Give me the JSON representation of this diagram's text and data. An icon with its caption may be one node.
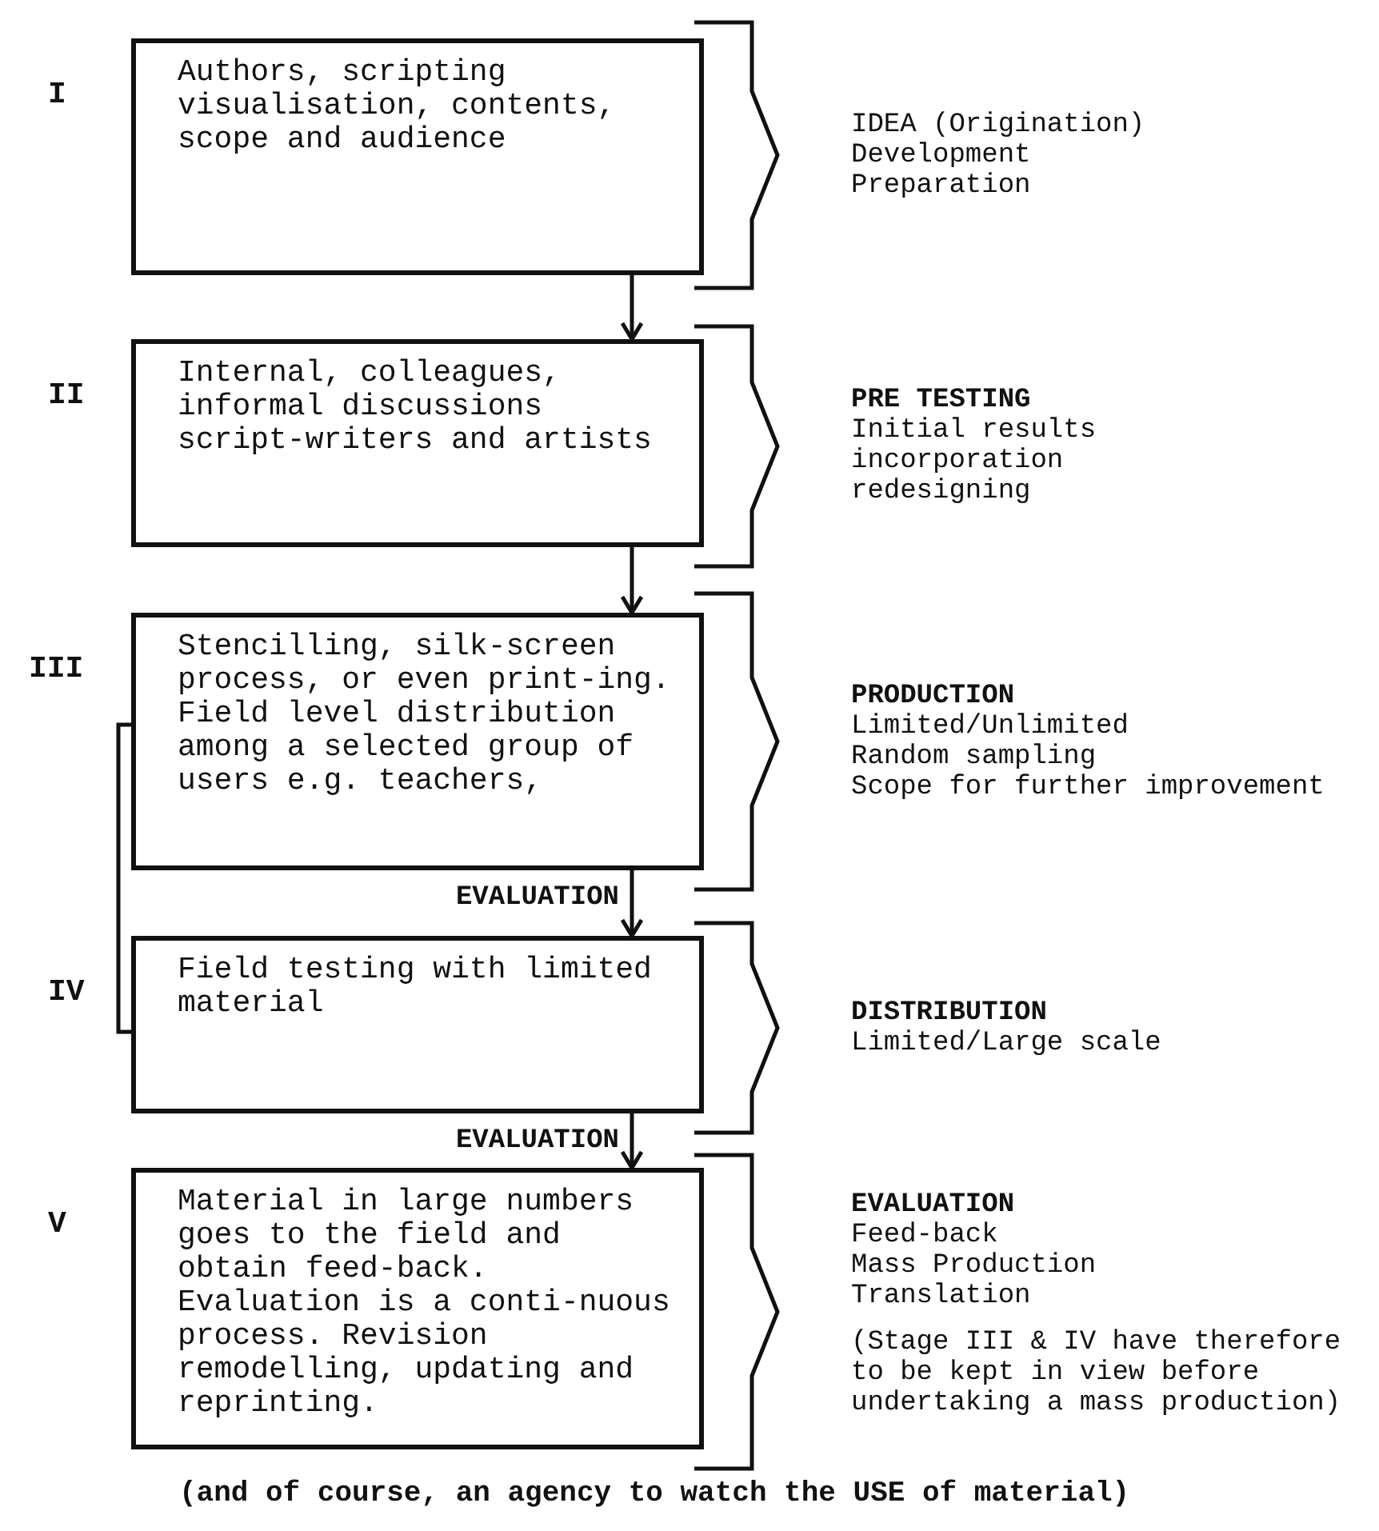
{
  "diagram": {
    "caption": "(and of course, an agency to watch the USE of material)",
    "nodes": [
      {
        "text": [
          "Authors, scripting visualisation, contents, scope and audience"
        ],
        "beside": [
          "I",
          "IDEA (Origination)",
          "Development",
          "Preparation"
        ]
      },
      {
        "text": [
          "Internal, colleagues, informal discussions script-writers and artists"
        ],
        "beside": [
          "II",
          "PRE TESTING",
          "Initial results",
          "incorporation",
          "redesigning"
        ]
      },
      {
        "text": [
          "Stencilling, silk-screen process, or even print-ing. Field level distribution among a selected group of users e.g. teachers,"
        ],
        "beside": [
          "III",
          "PRODUCTION",
          "Limited/Unlimited",
          "Random sampling",
          "Scope for further improvement"
        ]
      },
      {
        "text": [
          "Field testing with limited material"
        ],
        "beside": [
          "IV",
          "DISTRIBUTION",
          "Limited/Large scale"
        ]
      },
      {
        "text": [
          "Material in large numbers goes to the field and obtain feed-back. Evaluation is a conti-nuous process. Revision remodelling, updating and reprinting."
        ],
        "beside": [
          "V",
          "EVALUATION",
          "Feed-back",
          "Mass Production",
          "Translation",
          "(Stage III & IV have therefore to be kept in view before undertaking a mass production)"
        ]
      }
    ],
    "edges": [
      {
        "from": 0,
        "to": 1,
        "arrow": "to"
      },
      {
        "from": 1,
        "to": 2,
        "arrow": "to"
      },
      {
        "from": 2,
        "to": 3,
        "arrow": "to",
        "label": "EVALUATION"
      },
      {
        "from": 3,
        "to": 4,
        "arrow": "to",
        "label": "EVALUATION"
      },
      {
        "from": 2,
        "to": 3,
        "arrow": "none"
      }
    ]
  }
}
